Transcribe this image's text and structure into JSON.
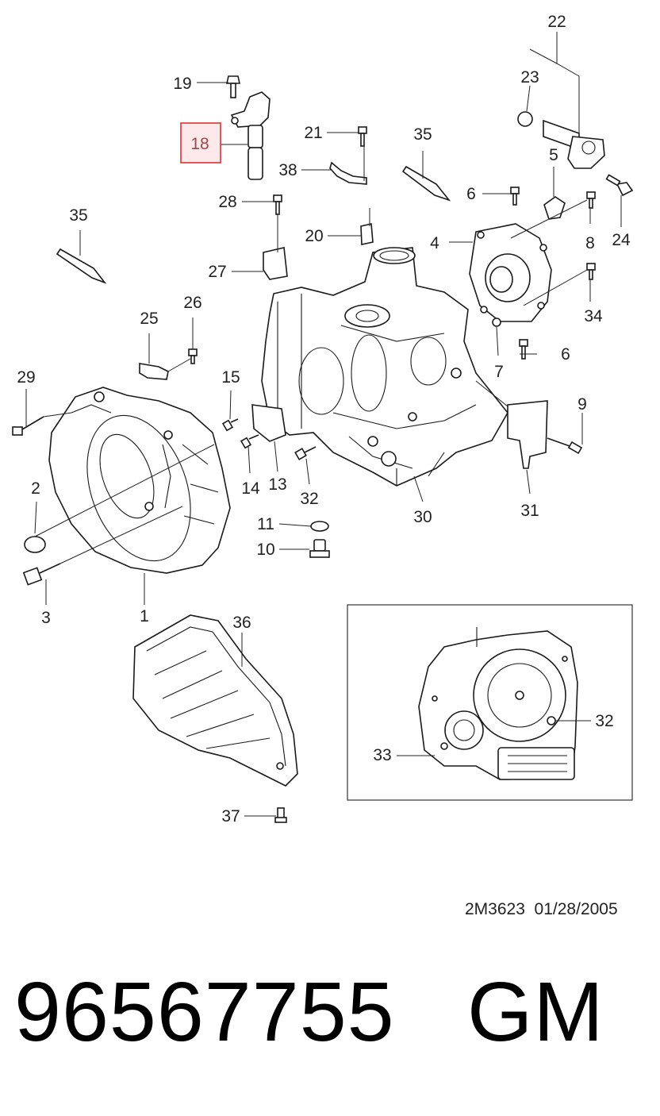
{
  "callouts": {
    "c1": "1",
    "c2": "2",
    "c3": "3",
    "c4": "4",
    "c5": "5",
    "c6a": "6",
    "c6b": "6",
    "c7": "7",
    "c8": "8",
    "c9": "9",
    "c10": "10",
    "c11": "11",
    "c13": "13",
    "c14": "14",
    "c15": "15",
    "c18": "18",
    "c19": "19",
    "c20": "20",
    "c21": "21",
    "c22": "22",
    "c23": "23",
    "c24": "24",
    "c25": "25",
    "c26": "26",
    "c27": "27",
    "c28": "28",
    "c29": "29",
    "c30": "30",
    "c31": "31",
    "c32a": "32",
    "c32b": "32",
    "c33": "33",
    "c34": "34",
    "c35a": "35",
    "c35b": "35",
    "c36": "36",
    "c37": "37",
    "c38": "38"
  },
  "highlighted_callout": "18",
  "highlight_color": "#e03030",
  "diagram_reference": "2M3623  01/28/2005",
  "part_number_caption": "96567755   GM"
}
